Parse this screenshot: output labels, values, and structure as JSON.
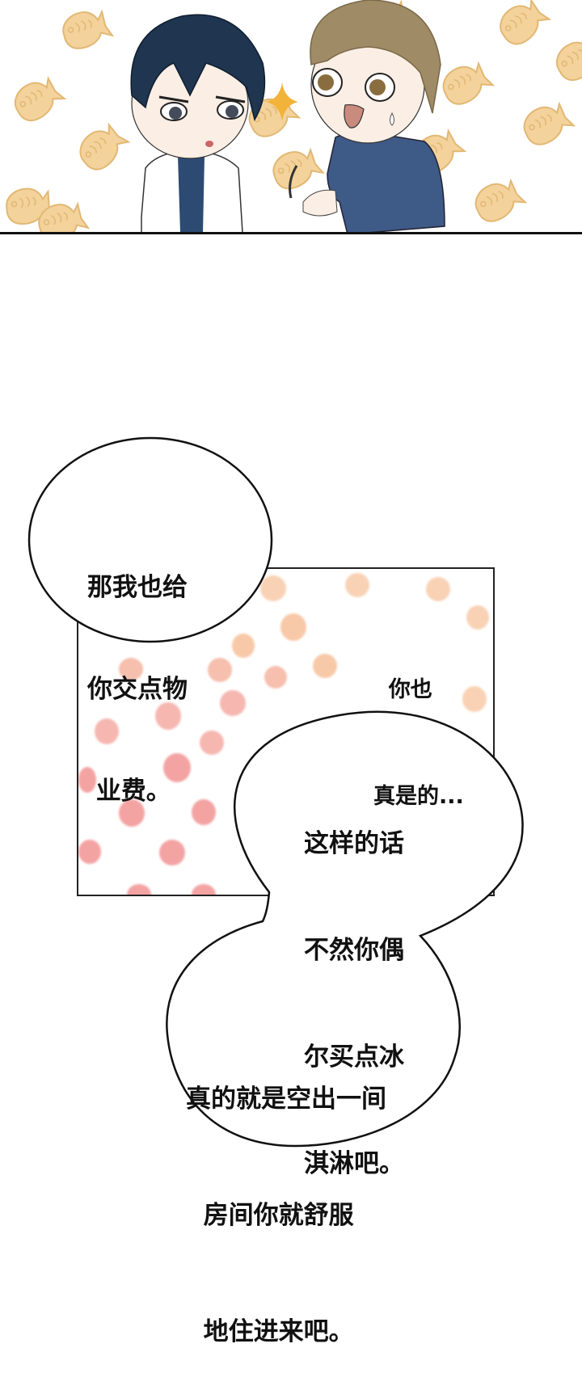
{
  "comic": {
    "top_panel": {
      "description": "Two chibi characters in front of a taiyaki-pattern background",
      "characters": [
        {
          "name": "dark-haired-boy",
          "hair_color": "#1f3550",
          "shirt": "#ffffff",
          "inner": "#2c4a72"
        },
        {
          "name": "light-haired-man",
          "hair_color": "#a08b67",
          "shirt": "#3e5a86"
        }
      ],
      "background_pattern": "taiyaki",
      "pattern_color": "#f1cf90",
      "sparkle_color": "#f2b33a"
    },
    "dots_panel": {
      "dot_colors": [
        "#f8c9a8",
        "#f6b7b1",
        "#f4a3a3"
      ]
    },
    "bubbles": [
      {
        "id": "bubble-1",
        "lines": [
          "那我也给",
          "你交点物",
          " 业费。"
        ]
      },
      {
        "id": "bubble-2",
        "lines": [
          "  你也",
          "真是的..."
        ]
      },
      {
        "id": "bubble-3",
        "lines": [
          "这样的话",
          "不然你偶",
          "尔买点冰",
          "淇淋吧。"
        ]
      },
      {
        "id": "bubble-4",
        "lines": [
          "真的就是空出一间",
          "  房间你就舒服",
          "  地住进来吧。"
        ]
      }
    ]
  }
}
